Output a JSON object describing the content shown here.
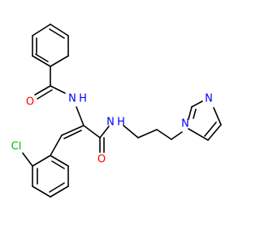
{
  "atoms": {
    "nh_amide_top": "N",
    "nh_amide_top_h": "H",
    "o_benzoyl": "O",
    "o_amide": "O",
    "nh_amide_right": "N",
    "nh_amide_right_h": "H",
    "n_imidazole_ring": "N",
    "n_imidazole_top": "N",
    "cl": "Cl"
  },
  "colors": {
    "bond": "#000000",
    "oxygen": "#ff0000",
    "nitrogen": "#0000ff",
    "chlorine": "#00bb00",
    "background": "#ffffff"
  }
}
